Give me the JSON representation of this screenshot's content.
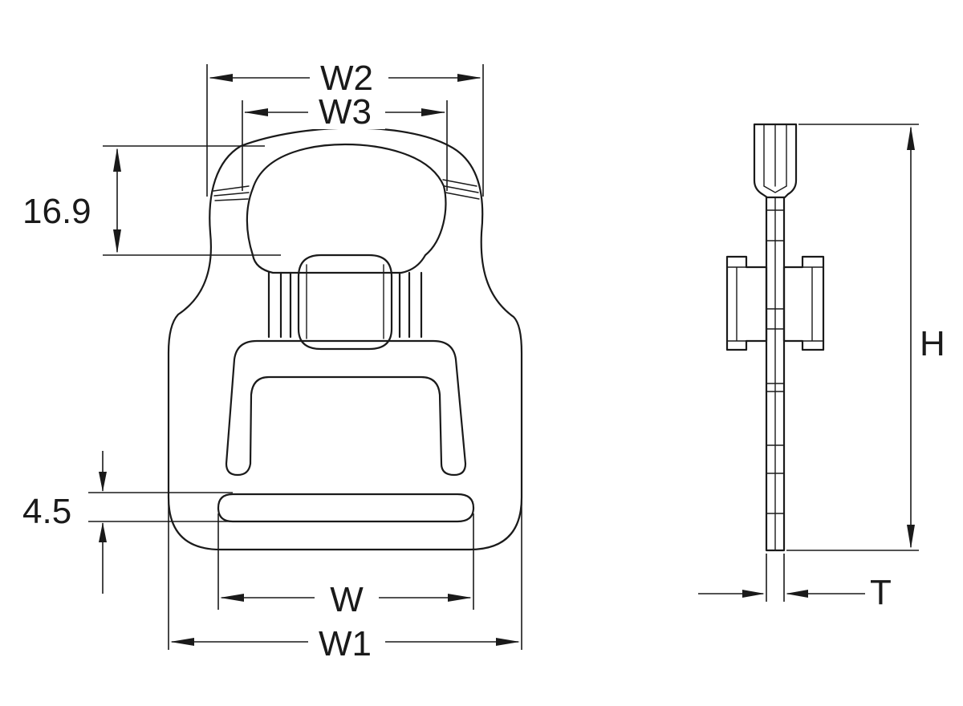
{
  "diagram": {
    "front_view": {
      "dimensions": {
        "w2": "W2",
        "w3": "W3",
        "height_top": "16.9",
        "slot_height": "4.5",
        "w": "W",
        "w1": "W1"
      }
    },
    "side_view": {
      "dimensions": {
        "h": "H",
        "t": "T"
      }
    },
    "colors": {
      "line": "#1a1a1a",
      "background": "#ffffff"
    }
  }
}
